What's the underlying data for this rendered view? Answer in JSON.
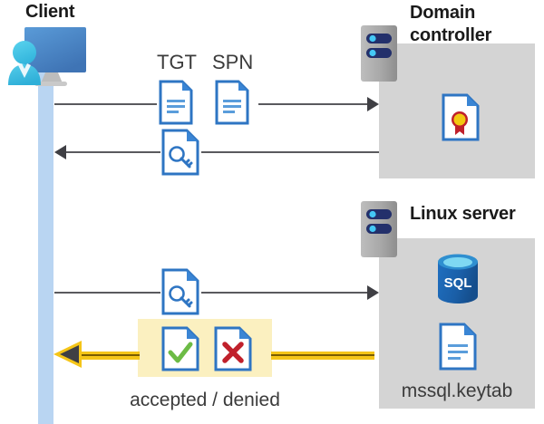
{
  "diagram": {
    "title_client": "Client",
    "title_domain_controller": "Domain\ncontroller",
    "title_domain_controller_line1": "Domain",
    "title_domain_controller_line2": "controller",
    "title_linux_server": "Linux server",
    "label_tgt": "TGT",
    "label_spn": "SPN",
    "label_keytab_file": "mssql.keytab",
    "label_result": "accepted / denied"
  },
  "icons": {
    "client": "client-user-monitor-icon",
    "server_rack_dc": "server-rack-icon",
    "server_rack_linux": "server-rack-icon",
    "tgt_document": "document-icon",
    "spn_document": "document-icon",
    "ticket_key_document": "document-key-icon",
    "request_key_document": "document-key-icon",
    "certificate": "certificate-document-icon",
    "sql_database": "sql-database-icon",
    "keytab_document": "document-icon",
    "accepted_document": "document-check-icon",
    "denied_document": "document-cross-icon"
  },
  "colors": {
    "panel_gray": "#d4d4d4",
    "lifeline_blue": "#b9d5f2",
    "accent_doc_blue": "#2e75c3",
    "doc_fold_blue": "#3a85d4",
    "line_gray": "#5a5a5e",
    "yellow_arrow": "#f5c518",
    "yellow_arrow_core": "#7a5c00",
    "highlight_yellow": "#fbf0c0",
    "check_green": "#6cbb45",
    "cross_red": "#c0202b",
    "sql_blue": "#1a64ad",
    "cert_gold": "#f2c811",
    "cert_red": "#c0202b",
    "server_body_gray": "#a8a8a8",
    "server_bar_navy": "#23306b",
    "server_dot_cyan": "#44c8f5",
    "text_dark": "#1a1a1a",
    "text_body": "#3b3b3b"
  },
  "flows": [
    {
      "name": "client-to-dc-request",
      "direction": "right",
      "carries": [
        "TGT",
        "SPN"
      ]
    },
    {
      "name": "dc-to-client-ticket",
      "direction": "left",
      "carries": [
        "ticket"
      ]
    },
    {
      "name": "client-to-linux-request",
      "direction": "right",
      "carries": [
        "ticket"
      ]
    },
    {
      "name": "linux-to-client-result",
      "direction": "left",
      "carries": [
        "accepted / denied"
      ]
    }
  ]
}
